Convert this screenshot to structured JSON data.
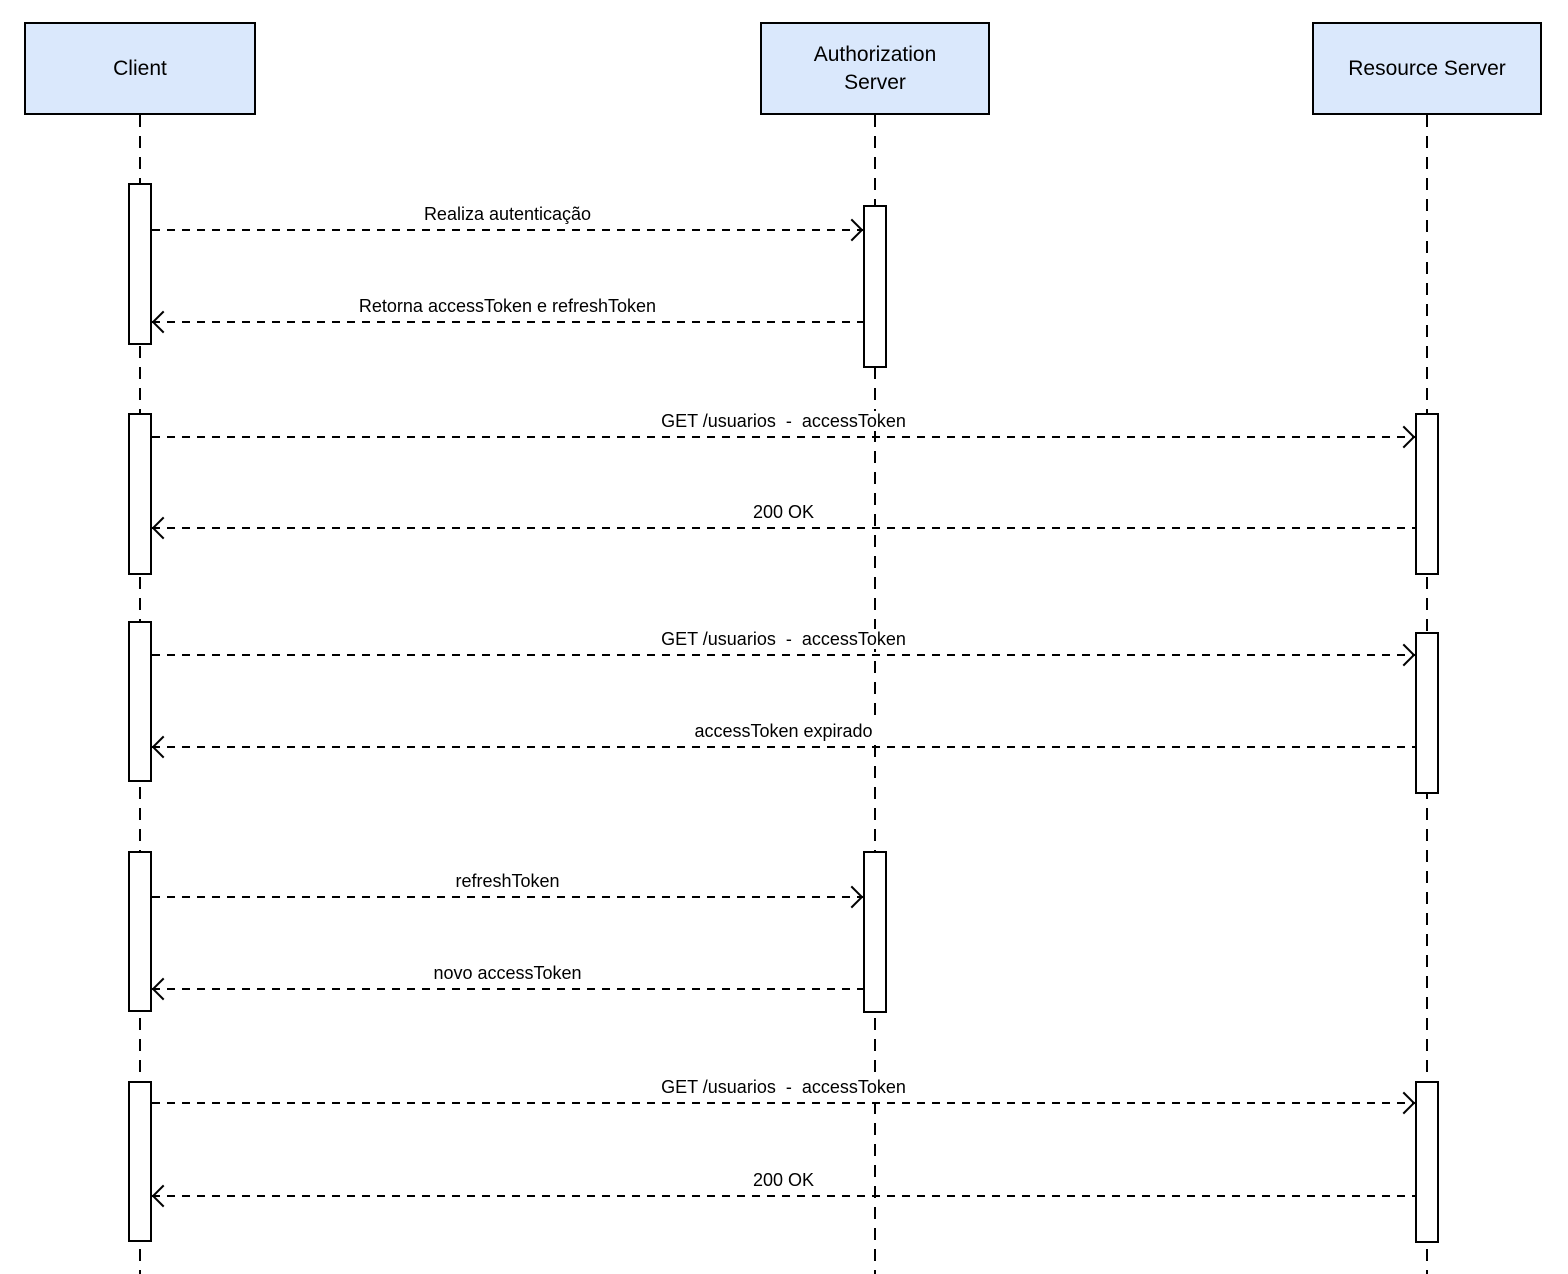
{
  "diagram": {
    "type": "uml-sequence",
    "participants": [
      {
        "id": "client",
        "label": "Client"
      },
      {
        "id": "authorization-server",
        "label": "Authorization Server"
      },
      {
        "id": "resource-server",
        "label": "Resource Server"
      }
    ],
    "messages": [
      {
        "from": "client",
        "to": "authorization-server",
        "style": "dashed",
        "label": "Realiza autenticação"
      },
      {
        "from": "authorization-server",
        "to": "client",
        "style": "dashed",
        "label": "Retorna accessToken e refreshToken"
      },
      {
        "from": "client",
        "to": "resource-server",
        "style": "dashed",
        "label": "GET /usuarios  -  accessToken"
      },
      {
        "from": "resource-server",
        "to": "client",
        "style": "dashed",
        "label": "200 OK"
      },
      {
        "from": "client",
        "to": "resource-server",
        "style": "dashed",
        "label": "GET /usuarios  -  accessToken"
      },
      {
        "from": "resource-server",
        "to": "client",
        "style": "dashed",
        "label": "accessToken expirado"
      },
      {
        "from": "client",
        "to": "authorization-server",
        "style": "dashed",
        "label": "refreshToken"
      },
      {
        "from": "authorization-server",
        "to": "client",
        "style": "dashed",
        "label": "novo accessToken"
      },
      {
        "from": "client",
        "to": "resource-server",
        "style": "dashed",
        "label": "GET /usuarios  -  accessToken"
      },
      {
        "from": "resource-server",
        "to": "client",
        "style": "dashed",
        "label": "200 OK"
      }
    ],
    "colors": {
      "participant_fill": "#dae8fc",
      "stroke": "#000000",
      "background": "#ffffff"
    }
  }
}
